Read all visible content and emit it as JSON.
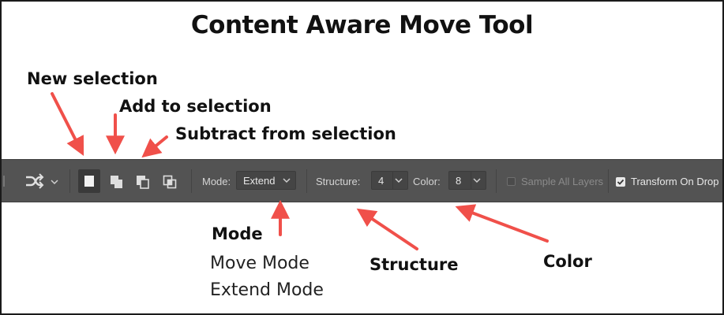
{
  "title": "Content Aware Move Tool",
  "callouts": {
    "new_selection": "New selection",
    "add_to_selection": "Add to selection",
    "subtract_from_selection": "Subtract from selection",
    "mode": "Mode",
    "move_mode": "Move Mode",
    "extend_mode": "Extend Mode",
    "structure": "Structure",
    "color": "Color"
  },
  "toolbar": {
    "tool_icon": "content-aware-move-icon",
    "selection_modes": [
      {
        "name": "new-selection",
        "active": true
      },
      {
        "name": "add-to-selection",
        "active": false
      },
      {
        "name": "subtract-from-selection",
        "active": false
      },
      {
        "name": "intersect-with-selection",
        "active": false
      }
    ],
    "mode_label": "Mode:",
    "mode_value": "Extend",
    "structure_label": "Structure:",
    "structure_value": "4",
    "color_label": "Color:",
    "color_value": "8",
    "sample_all_layers": {
      "label": "Sample All Layers",
      "checked": false,
      "enabled": false
    },
    "transform_on_drop": {
      "label": "Transform On Drop",
      "checked": true,
      "enabled": true
    }
  },
  "colors": {
    "toolbar_bg": "#535353",
    "arrow": "#f0504a",
    "text": "#111111"
  }
}
